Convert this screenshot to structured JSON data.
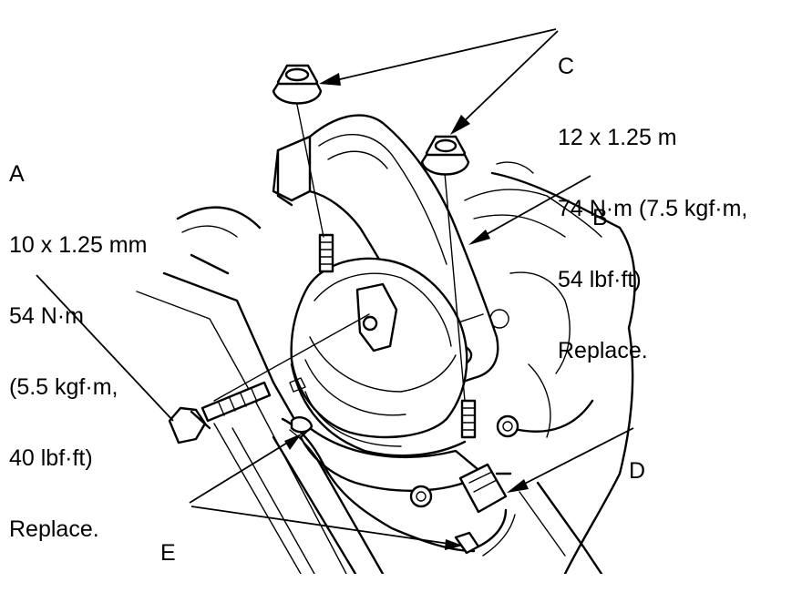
{
  "callouts": {
    "a": {
      "letter": "A",
      "lines": [
        "10 x 1.25 mm",
        "54 N·m",
        "(5.5 kgf·m,",
        "40 lbf·ft)",
        "Replace."
      ]
    },
    "b": {
      "letter": "B"
    },
    "c": {
      "letter": "C",
      "lines": [
        "12 x 1.25 m",
        "74 N·m (7.5 kgf·m,",
        "54 lbf·ft)",
        "Replace."
      ]
    },
    "d": {
      "letter": "D"
    },
    "e": {
      "letter": "E"
    }
  }
}
